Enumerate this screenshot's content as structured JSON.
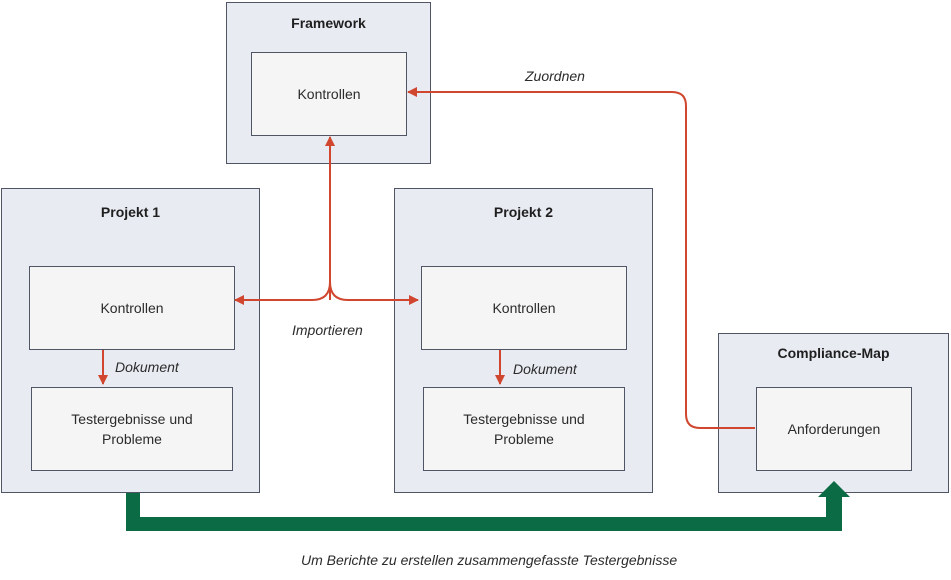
{
  "framework": {
    "title": "Framework",
    "controls": "Kontrollen"
  },
  "project1": {
    "title": "Projekt 1",
    "controls": "Kontrollen",
    "results_line1": "Testergebnisse und",
    "results_line2": "Probleme"
  },
  "project2": {
    "title": "Projekt 2",
    "controls": "Kontrollen",
    "results_line1": "Testergebnisse und",
    "results_line2": "Probleme"
  },
  "compliance": {
    "title": "Compliance-Map",
    "requirements": "Anforderungen"
  },
  "labels": {
    "map": "Zuordnen",
    "import": "Importieren",
    "document1": "Dokument",
    "document2": "Dokument",
    "summary": "Um Berichte zu erstellen zusammengefasste Testergebnisse"
  },
  "colors": {
    "red_arrow": "#d0462e",
    "green_arrow": "#0b6b44",
    "box_fill": "#e8ebf2",
    "inner_fill": "#f5f5f6",
    "border": "#4f5564"
  }
}
